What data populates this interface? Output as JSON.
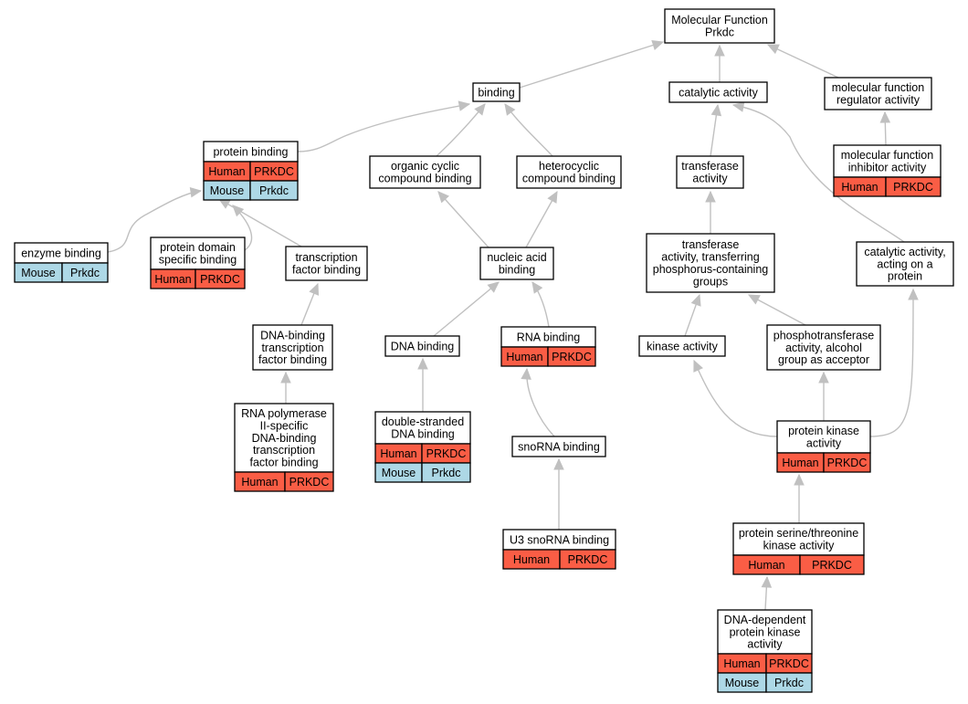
{
  "species_colors": {
    "Human": "#fa5d45",
    "Mouse": "#add8e6"
  },
  "nodes": [
    {
      "id": "mf",
      "lines": [
        "Molecular Function",
        "Prkdc"
      ],
      "annotations": []
    },
    {
      "id": "binding",
      "lines": [
        "binding"
      ],
      "annotations": []
    },
    {
      "id": "catalytic",
      "lines": [
        "catalytic activity"
      ],
      "annotations": []
    },
    {
      "id": "mfreg",
      "lines": [
        "molecular function",
        "regulator activity"
      ],
      "annotations": []
    },
    {
      "id": "protbind",
      "lines": [
        "protein binding"
      ],
      "annotations": [
        [
          "Human",
          "PRKDC"
        ],
        [
          "Mouse",
          "Prkdc"
        ]
      ]
    },
    {
      "id": "orgcyc",
      "lines": [
        "organic cyclic",
        "compound binding"
      ],
      "annotations": []
    },
    {
      "id": "hetcyc",
      "lines": [
        "heterocyclic",
        "compound binding"
      ],
      "annotations": []
    },
    {
      "id": "transferase",
      "lines": [
        "transferase",
        "activity"
      ],
      "annotations": []
    },
    {
      "id": "mfinhib",
      "lines": [
        "molecular function",
        "inhibitor activity"
      ],
      "annotations": [
        [
          "Human",
          "PRKDC"
        ]
      ]
    },
    {
      "id": "enzbind",
      "lines": [
        "enzyme binding"
      ],
      "annotations": [
        [
          "Mouse",
          "Prkdc"
        ]
      ]
    },
    {
      "id": "protdom",
      "lines": [
        "protein domain",
        "specific binding"
      ],
      "annotations": [
        [
          "Human",
          "PRKDC"
        ]
      ]
    },
    {
      "id": "tfbind",
      "lines": [
        "transcription",
        "factor binding"
      ],
      "annotations": []
    },
    {
      "id": "nucacid",
      "lines": [
        "nucleic acid",
        "binding"
      ],
      "annotations": []
    },
    {
      "id": "transphos",
      "lines": [
        "transferase",
        "activity, transferring",
        "phosphorus-containing",
        "groups"
      ],
      "annotations": []
    },
    {
      "id": "catprot",
      "lines": [
        "catalytic activity,",
        "acting on a",
        "protein"
      ],
      "annotations": []
    },
    {
      "id": "dnatf",
      "lines": [
        "DNA-binding",
        "transcription",
        "factor binding"
      ],
      "annotations": []
    },
    {
      "id": "dnabind",
      "lines": [
        "DNA binding"
      ],
      "annotations": []
    },
    {
      "id": "rnabind",
      "lines": [
        "RNA binding"
      ],
      "annotations": [
        [
          "Human",
          "PRKDC"
        ]
      ]
    },
    {
      "id": "kinase",
      "lines": [
        "kinase activity"
      ],
      "annotations": []
    },
    {
      "id": "phosalc",
      "lines": [
        "phosphotransferase",
        "activity, alcohol",
        "group as acceptor"
      ],
      "annotations": []
    },
    {
      "id": "rnapol",
      "lines": [
        "RNA polymerase",
        "II-specific",
        "DNA-binding",
        "transcription",
        "factor binding"
      ],
      "annotations": [
        [
          "Human",
          "PRKDC"
        ]
      ]
    },
    {
      "id": "dsdna",
      "lines": [
        "double-stranded",
        "DNA binding"
      ],
      "annotations": [
        [
          "Human",
          "PRKDC"
        ],
        [
          "Mouse",
          "Prkdc"
        ]
      ]
    },
    {
      "id": "snorna",
      "lines": [
        "snoRNA binding"
      ],
      "annotations": []
    },
    {
      "id": "protkin",
      "lines": [
        "protein kinase",
        "activity"
      ],
      "annotations": [
        [
          "Human",
          "PRKDC"
        ]
      ]
    },
    {
      "id": "u3",
      "lines": [
        "U3 snoRNA binding"
      ],
      "annotations": [
        [
          "Human",
          "PRKDC"
        ]
      ]
    },
    {
      "id": "sertk",
      "lines": [
        "protein serine/threonine",
        "kinase activity"
      ],
      "annotations": [
        [
          "Human",
          "PRKDC"
        ]
      ]
    },
    {
      "id": "dnadep",
      "lines": [
        "DNA-dependent",
        "protein kinase",
        "activity"
      ],
      "annotations": [
        [
          "Human",
          "PRKDC"
        ],
        [
          "Mouse",
          "Prkdc"
        ]
      ]
    }
  ],
  "edges": [
    [
      "binding",
      "mf"
    ],
    [
      "catalytic",
      "mf"
    ],
    [
      "mfreg",
      "mf"
    ],
    [
      "protbind",
      "binding"
    ],
    [
      "orgcyc",
      "binding"
    ],
    [
      "hetcyc",
      "binding"
    ],
    [
      "transferase",
      "catalytic"
    ],
    [
      "catprot",
      "catalytic"
    ],
    [
      "mfinhib",
      "mfreg"
    ],
    [
      "enzbind",
      "protbind"
    ],
    [
      "protdom",
      "protbind"
    ],
    [
      "tfbind",
      "protbind"
    ],
    [
      "nucacid",
      "orgcyc"
    ],
    [
      "nucacid",
      "hetcyc"
    ],
    [
      "transphos",
      "transferase"
    ],
    [
      "dnatf",
      "tfbind"
    ],
    [
      "dnabind",
      "nucacid"
    ],
    [
      "rnabind",
      "nucacid"
    ],
    [
      "kinase",
      "transphos"
    ],
    [
      "phosalc",
      "transphos"
    ],
    [
      "rnapol",
      "dnatf"
    ],
    [
      "dsdna",
      "dnabind"
    ],
    [
      "snorna",
      "rnabind"
    ],
    [
      "protkin",
      "kinase"
    ],
    [
      "protkin",
      "phosalc"
    ],
    [
      "protkin",
      "catprot"
    ],
    [
      "u3",
      "snorna"
    ],
    [
      "sertk",
      "protkin"
    ],
    [
      "dnadep",
      "sertk"
    ]
  ]
}
